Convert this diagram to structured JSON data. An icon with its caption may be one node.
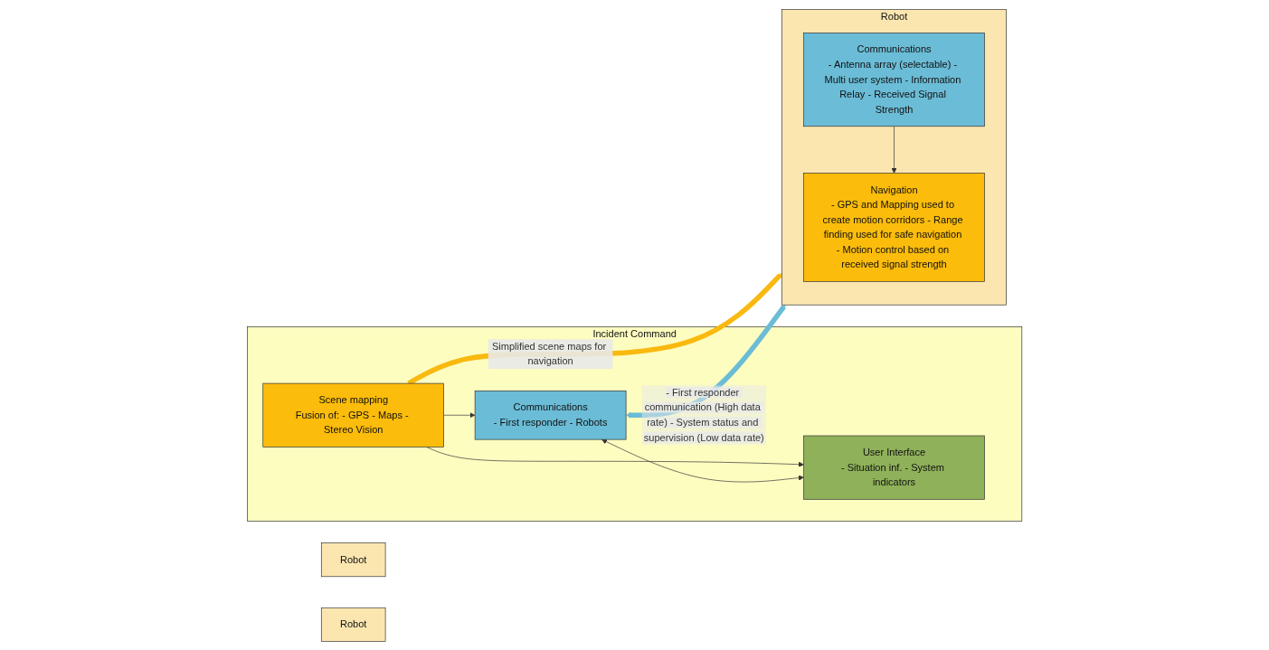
{
  "diagram": {
    "nodes": [
      {
        "text": [
          "Incident Command"
        ]
      },
      {
        "text": [
          "Scene mapping",
          "Fusion of: - GPS - Maps - Stereo Vision"
        ],
        "in": 0
      },
      {
        "text": [
          "Communications",
          "- First responder - Robots"
        ],
        "in": 0
      },
      {
        "text": [
          "User Interface",
          "- Situation inf. - System indicators"
        ],
        "in": 0
      },
      {
        "text": [
          "Robot"
        ]
      },
      {
        "text": [
          "Robot"
        ]
      },
      {
        "text": [
          "Robot"
        ]
      },
      {
        "text": [
          "Navigation",
          "- GPS and Mapping used to create motion corridors - Range finding used for safe navigation - Motion control based on received signal strength"
        ],
        "in": 6
      },
      {
        "text": [
          "Communications",
          "- Antenna array (selectable) - Multi user system - Information Relay - Received Signal Strength"
        ],
        "in": 6
      }
    ],
    "edges": [
      {
        "from": 1,
        "to": 2,
        "arrow": "to"
      },
      {
        "from": 1,
        "to": 3,
        "arrow": "to"
      },
      {
        "from": 2,
        "to": 3,
        "arrow": "both"
      },
      {
        "from": 1,
        "to": 6,
        "arrow": "to",
        "label": "Simplified scene maps for navigation",
        "style": "thick",
        "color": "#f9b90f"
      },
      {
        "from": 2,
        "to": 6,
        "arrow": "both",
        "label": "- First responder communication (High data rate) - System status and supervision (Low data rate)",
        "style": "thick",
        "color": "#6bbcd6"
      },
      {
        "from": 8,
        "to": 7,
        "arrow": "to"
      }
    ]
  }
}
